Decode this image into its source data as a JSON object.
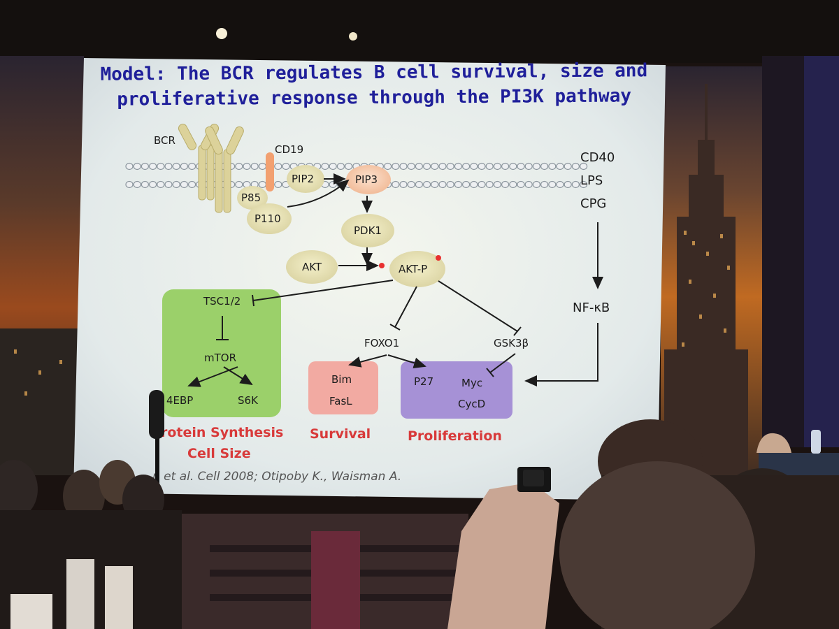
{
  "slide": {
    "title_line1": "Model: The BCR regulates B cell survival, size and",
    "title_line2": "proliferative response through the PI3K pathway"
  },
  "membrane": {
    "bcr": "BCR",
    "cd19": "CD19",
    "p85": "P85",
    "p110": "P110",
    "pip2": "PIP2",
    "pip3": "PIP3"
  },
  "stimuli": [
    "CD40",
    "LPS",
    "CPG"
  ],
  "nodes": {
    "pdk1": "PDK1",
    "akt": "AKT",
    "akt_p": "AKT-P",
    "tsc": "TSC1/2",
    "mtor": "mTOR",
    "ebp": "4EBP",
    "s6k": "S6K",
    "foxo1": "FOXO1",
    "gsk3b": "GSK3β",
    "nfkb": "NF-κB",
    "bim": "Bim",
    "fasl": "FasL",
    "p27": "P27",
    "myc": "Myc",
    "cycd": "CycD"
  },
  "outcomes": {
    "protein_synthesis": "rotein Synthesis",
    "cell_size": "Cell Size",
    "survival": "Survival",
    "proliferation": "Proliferation"
  },
  "reference": "n et al. Cell 2008; Otipoby K., Waisman A.",
  "colors": {
    "title": "#1f1f9a",
    "outcome_red": "#d83a3a",
    "green_box": "#9bd06a",
    "pink_box": "#f2aaa2",
    "purple_box": "#a691d6"
  }
}
